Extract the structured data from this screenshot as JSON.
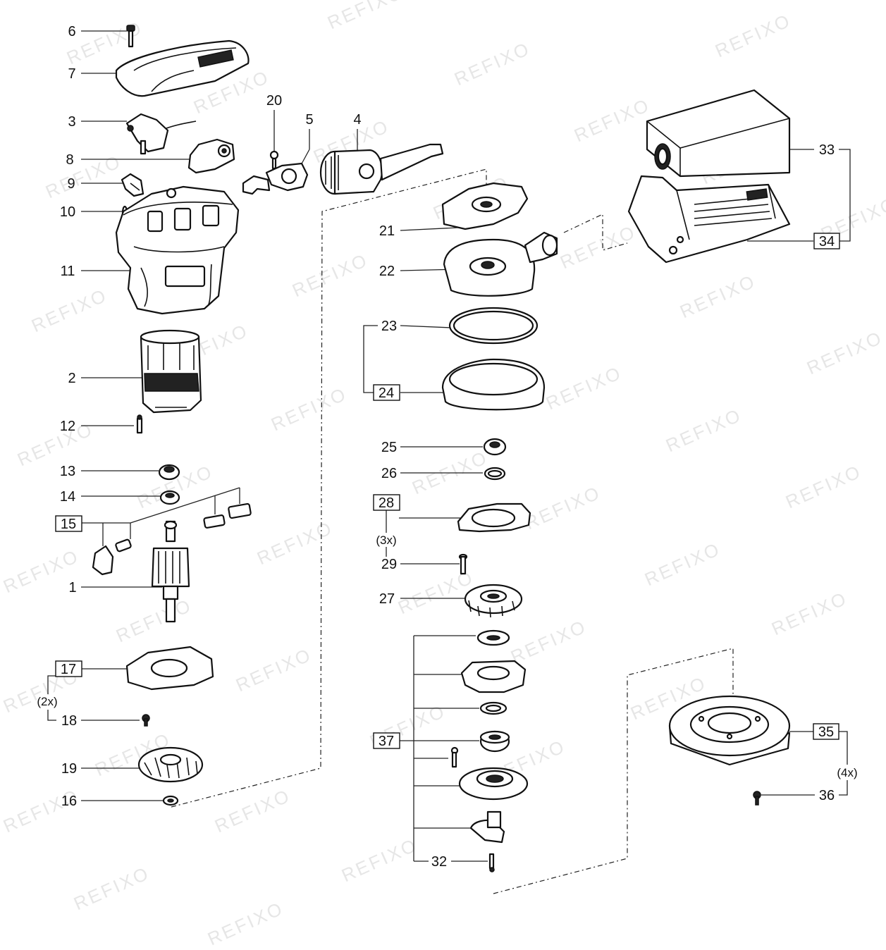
{
  "watermark": "REFIXO",
  "labels": {
    "l1": "1",
    "l2": "2",
    "l3": "3",
    "l4": "4",
    "l5": "5",
    "l6": "6",
    "l7": "7",
    "l8": "8",
    "l9": "9",
    "l10": "10",
    "l11": "11",
    "l12": "12",
    "l13": "13",
    "l14": "14",
    "l15": "15",
    "l16": "16",
    "l17": "17",
    "l18": "18",
    "l19": "19",
    "l20": "20",
    "l21": "21",
    "l22": "22",
    "l23": "23",
    "l24": "24",
    "l25": "25",
    "l26": "26",
    "l27": "27",
    "l28": "28",
    "l29": "29",
    "l32": "32",
    "l33": "33",
    "l34": "34",
    "l35": "35",
    "l36": "36",
    "l37": "37"
  },
  "quantities": {
    "q17": "(2x)",
    "q28": "(3x)",
    "q35": "(4x)"
  }
}
